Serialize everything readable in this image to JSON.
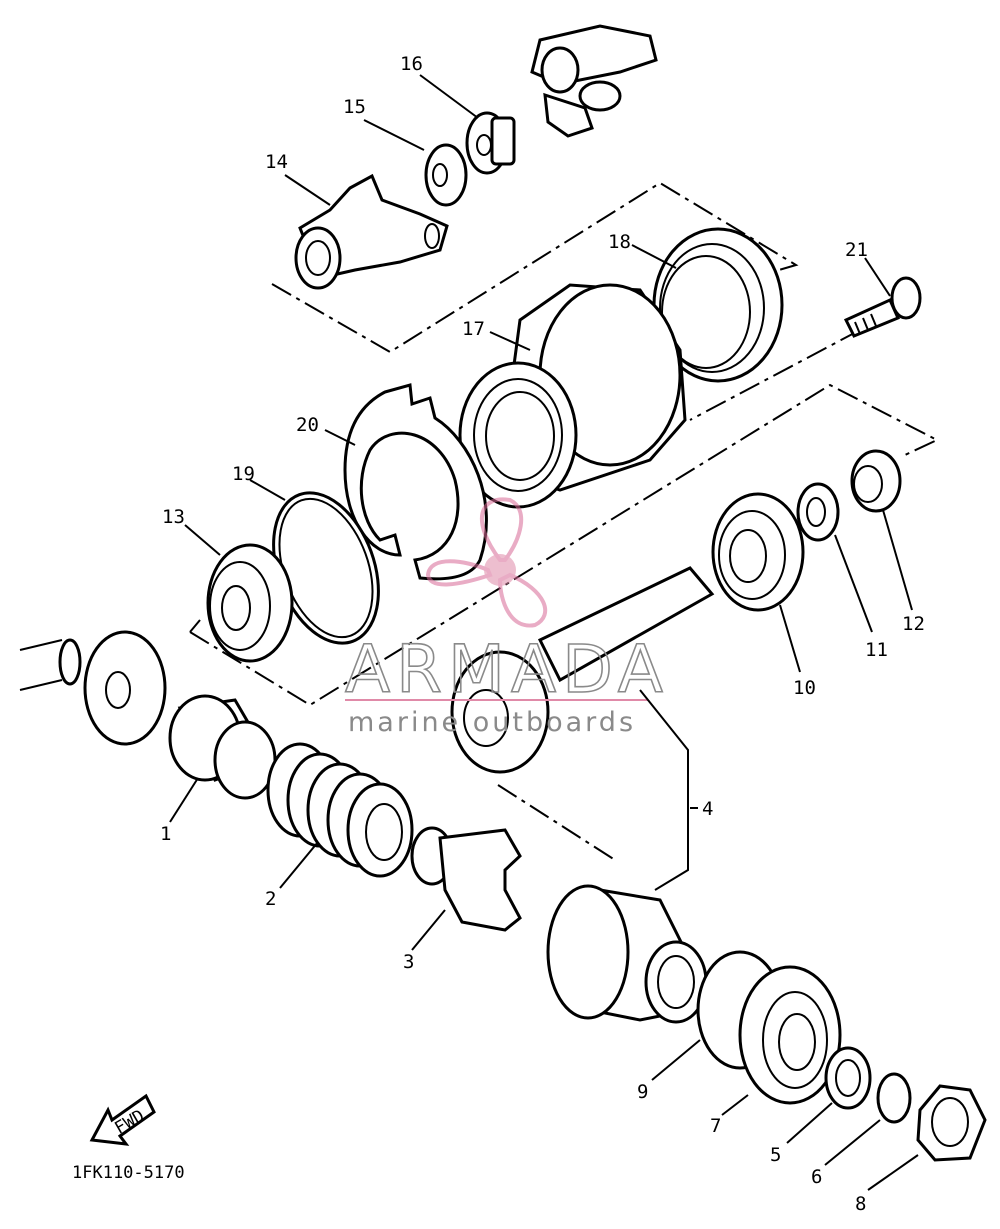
{
  "diagram_code": "1FK110-5170",
  "fwd_label": "FWD",
  "watermark": {
    "brand": "ARMADA",
    "tagline": "marine outboards"
  },
  "callouts": [
    "1",
    "2",
    "3",
    "4",
    "5",
    "6",
    "7",
    "8",
    "9",
    "10",
    "11",
    "12",
    "13",
    "14",
    "15",
    "16",
    "17",
    "18",
    "19",
    "20",
    "21"
  ]
}
